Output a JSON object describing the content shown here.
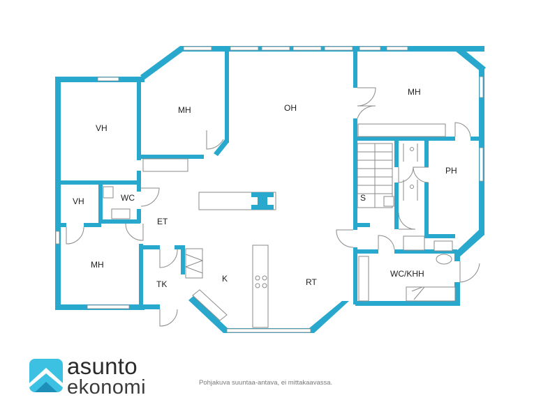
{
  "rooms": {
    "oh": "OH",
    "mh_top_left": "MH",
    "mh_top_right": "MH",
    "mh_bottom_left": "MH",
    "vh_large": "VH",
    "vh_small": "VH",
    "wc": "WC",
    "et": "ET",
    "tk": "TK",
    "k": "K",
    "rt": "RT",
    "s": "S",
    "ph": "PH",
    "wc_khh": "WC/KHH"
  },
  "logo": {
    "word1": "asunto",
    "word2": "ekonomi"
  },
  "disclaimer": "Pohjakuva suuntaa-antava, ei mittakaavassa.",
  "colors": {
    "wall": "#27a8cc",
    "logo_light": "#3cc1e2",
    "logo_dark": "#1d8fb8"
  }
}
